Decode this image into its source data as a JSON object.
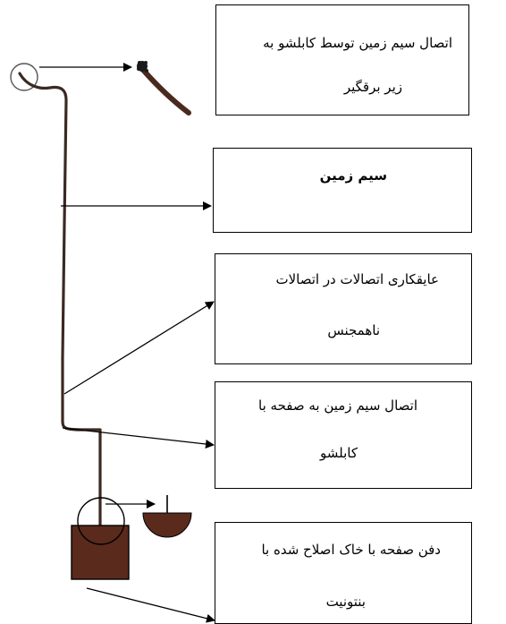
{
  "diagram": {
    "colors": {
      "wire": "#3b2a22",
      "brown": "#5a2a1c",
      "stroke": "#000000"
    },
    "labels": [
      {
        "id": "top",
        "lines": [
          "اتصال سیم زمین توسط کابلشو به",
          "زیر برقگیر"
        ]
      },
      {
        "id": "wire",
        "lines": [
          "سیم زمین"
        ]
      },
      {
        "id": "weld",
        "lines": [
          "عایقکاری اتصالات در اتصالات",
          "ناهمجنس"
        ]
      },
      {
        "id": "plate",
        "lines": [
          "اتصال سیم زمین به صفحه با",
          "کابلشو"
        ]
      },
      {
        "id": "bury",
        "lines": [
          "دفن صفحه با خاک اصلاح شده با",
          "بنتونیت"
        ]
      }
    ]
  }
}
